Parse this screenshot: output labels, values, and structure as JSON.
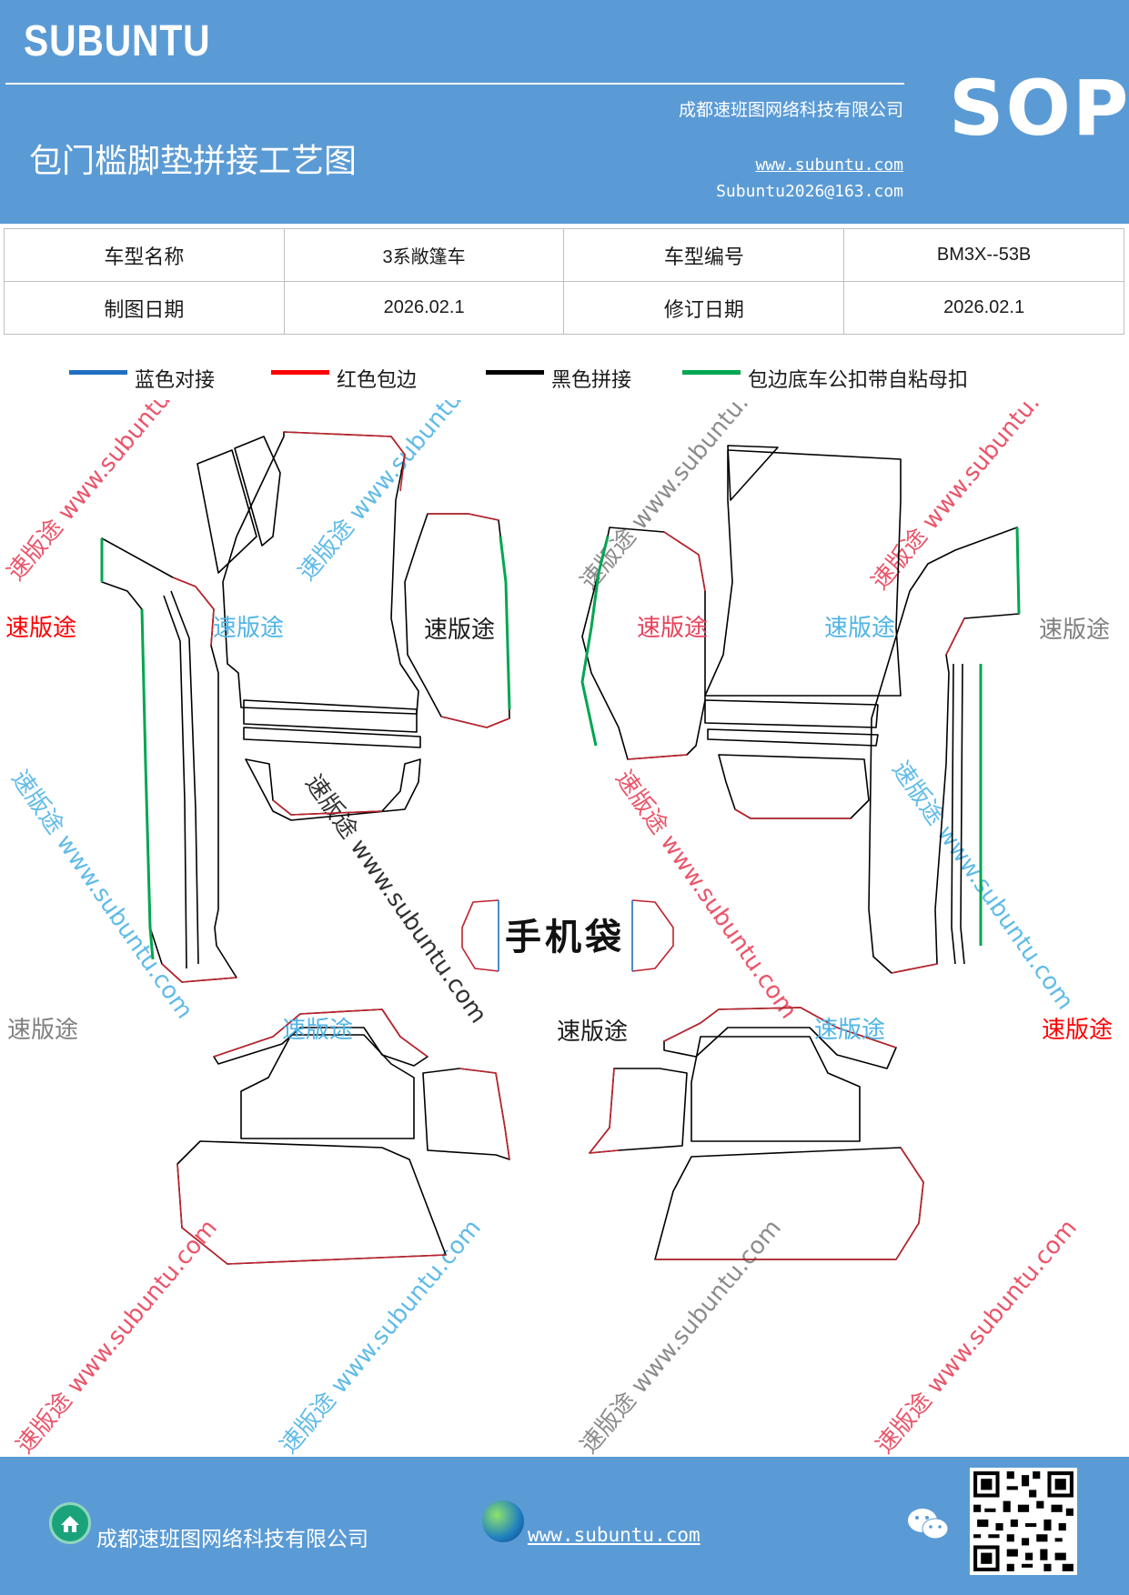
{
  "header": {
    "brand": "SUBUNTU",
    "company": "成都速班图网络科技有限公司",
    "sop": "SOP",
    "title": "包门槛脚垫拼接工艺图",
    "website": "www.subuntu.com",
    "email": "Subuntu2026@163.com"
  },
  "info": {
    "model_name_label": "车型名称",
    "model_name_value": "3系敞篷车",
    "model_code_label": "车型编号",
    "model_code_value": "BM3X--53B",
    "draw_date_label": "制图日期",
    "draw_date_value": "2026.02.1",
    "revise_date_label": "修订日期",
    "revise_date_value": "2026.02.1"
  },
  "legend": [
    {
      "label": "蓝色对接",
      "color": "#1f6fc1"
    },
    {
      "label": "红色包边",
      "color": "#ff0000"
    },
    {
      "label": "黑色拼接",
      "color": "#000000"
    },
    {
      "label": "包边底车公扣带自粘母扣",
      "color": "#00a650"
    }
  ],
  "diagram": {
    "phone_pocket_label": "手机袋",
    "tag_text": "速版途",
    "tags": [
      {
        "text": "速版途",
        "color": "#ff0000"
      },
      {
        "text": "速版途",
        "color": "#4fb4e6"
      },
      {
        "text": "速版途",
        "color": "#1a1a1a"
      },
      {
        "text": "速版途",
        "color": "#e8425a"
      },
      {
        "text": "速版途",
        "color": "#4fb4e6"
      },
      {
        "text": "速版途",
        "color": "#7f7f7f"
      },
      {
        "text": "速版途",
        "color": "#7f7f7f"
      },
      {
        "text": "速版途",
        "color": "#4fb4e6"
      },
      {
        "text": "速版途",
        "color": "#1a1a1a"
      },
      {
        "text": "速版途",
        "color": "#4fb4e6"
      },
      {
        "text": "速版途",
        "color": "#ff0000"
      }
    ],
    "watermark_text": "速版途 www.subuntu.com"
  },
  "footer": {
    "company": "成都速班图网络科技有限公司",
    "website": "www.subuntu.com",
    "icons": [
      "home-icon",
      "globe-icon",
      "wechat-icon",
      "qr-code"
    ]
  }
}
